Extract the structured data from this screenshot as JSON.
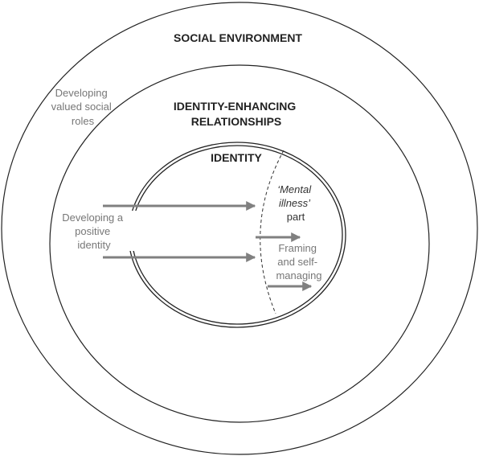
{
  "colors": {
    "outline": "#222222",
    "arrow": "#808080",
    "muted_text": "#777777",
    "heading_text": "#222222"
  },
  "outer_circle": {
    "title": "SOCIAL ENVIRONMENT",
    "label_lines": [
      "Developing",
      "valued social",
      "roles"
    ]
  },
  "middle_circle": {
    "title_lines": [
      "IDENTITY-ENHANCING",
      "RELATIONSHIPS"
    ],
    "label_lines": [
      "Developing a",
      "positive",
      "identity"
    ]
  },
  "inner_circle": {
    "title": "IDENTITY",
    "mental_illness_lines": [
      "‘Mental",
      "illness’",
      "part"
    ],
    "framing_lines": [
      "Framing",
      "and self-",
      "managing"
    ]
  }
}
